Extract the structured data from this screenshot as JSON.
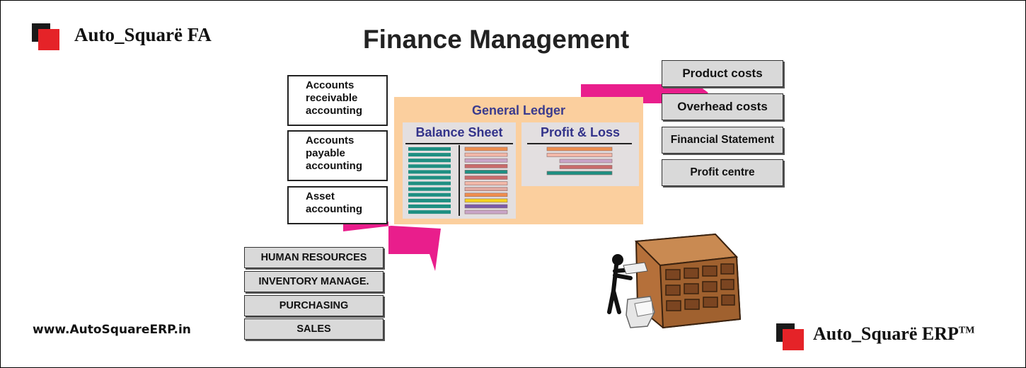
{
  "brand": {
    "top_left": "Auto_Squarë FA",
    "bottom_right": "Auto_Squarë ERP",
    "trademark": "TM",
    "website": "www.AutoSquareERP.in",
    "colors": {
      "dark": "#1a1a1a",
      "red": "#e52328",
      "arrow": "#e91e8c",
      "ledger": "#fbcf9e",
      "heading_blue": "#3a3b8e"
    }
  },
  "title": "Finance Management",
  "subledgers": [
    {
      "label": "Accounts\nreceivable\naccounting"
    },
    {
      "label": "Accounts\npayable\naccounting"
    },
    {
      "label": "Asset\naccounting"
    }
  ],
  "modules": [
    {
      "label": "HUMAN RESOURCES"
    },
    {
      "label": "INVENTORY MANAGE."
    },
    {
      "label": "PURCHASING"
    },
    {
      "label": "SALES"
    }
  ],
  "general_ledger": {
    "title": "General Ledger",
    "balance_sheet": {
      "title": "Balance Sheet",
      "left_line_colors": [
        "#1f8f82",
        "#1f8f82",
        "#1f8f82",
        "#1f8f82",
        "#1f8f82",
        "#1f8f82",
        "#1f8f82",
        "#1f8f82",
        "#1f8f82",
        "#1f8f82",
        "#1f8f82",
        "#1f8f82"
      ],
      "right_line_colors": [
        "#ef8e4e",
        "#f2b8a8",
        "#c9a5c8",
        "#c96b6b",
        "#1f8f82",
        "#c96b6b",
        "#f2b8a8",
        "#e0a9a0",
        "#ef8e4e",
        "#f5d21e",
        "#7a5aa8",
        "#c9a5c8"
      ]
    },
    "profit_loss": {
      "title": "Profit & Loss",
      "line_colors": [
        "#ef8e4e",
        "#f2b8a8",
        "#c9a5c8",
        "#c96b6b",
        "#1f8f82"
      ]
    }
  },
  "outputs": [
    {
      "label": "Product costs"
    },
    {
      "label": "Overhead costs"
    },
    {
      "label": "Financial Statement"
    },
    {
      "label": "Profit centre"
    }
  ],
  "illustration": {
    "icon": "person-filing-cabinet-icon"
  }
}
